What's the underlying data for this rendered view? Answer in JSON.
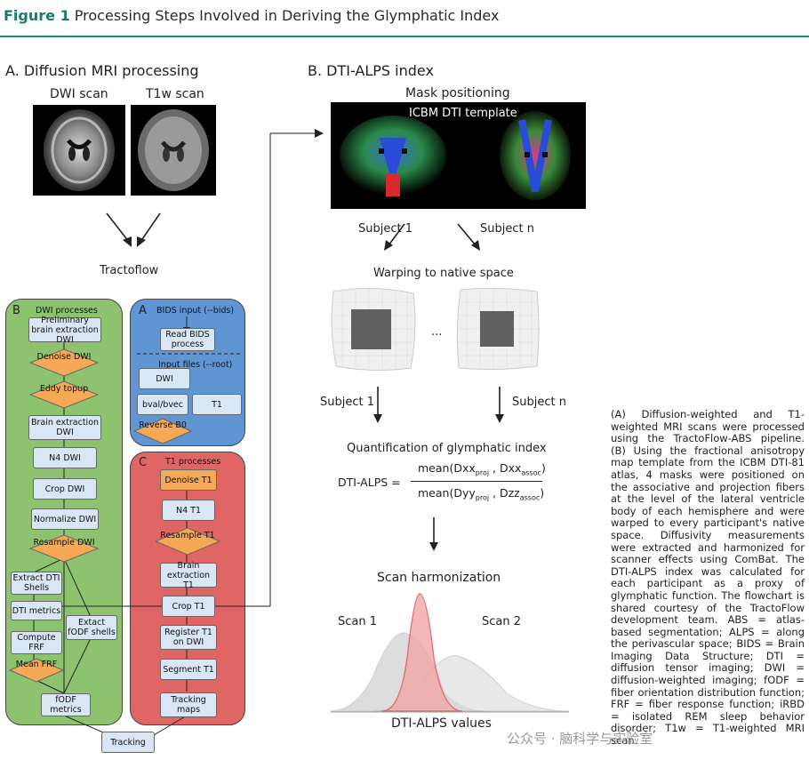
{
  "figure": {
    "label": "Figure 1",
    "title": "Processing Steps Involved in Deriving the Glymphatic Index"
  },
  "section_a": {
    "heading": "A. Diffusion MRI processing",
    "dwi_label": "DWI scan",
    "t1w_label": "T1w scan",
    "tractoflow_label": "Tractoflow"
  },
  "section_b": {
    "heading": "B. DTI-ALPS index",
    "mask_label": "Mask positioning",
    "template_label": "ICBM DTI template",
    "subject1_top": "Subject 1",
    "subjectn_top": "Subject n",
    "warping_label": "Warping to native space",
    "ellipsis": "...",
    "subject1_mid": "Subject 1",
    "subjectn_mid": "Subject n",
    "quant_label": "Quantification of glymphatic index",
    "formula": {
      "lhs": "DTI-ALPS =",
      "num_open": "mean(Dxx",
      "num_sub1": "proj",
      "num_mid": " , Dxx",
      "num_sub2": "assoc",
      "num_close": ")",
      "den_open": "mean(Dyy",
      "den_sub1": "proj",
      "den_mid": " , Dzz",
      "den_sub2": "assoc",
      "den_close": ")"
    },
    "harmonization_label": "Scan harmonization",
    "scan1_label": "Scan 1",
    "scan2_label": "Scan 2",
    "values_label": "DTI-ALPS values"
  },
  "flowchart": {
    "panel_b": {
      "letter": "B",
      "title": "DWI processes",
      "color": "#8dc26f",
      "steps": {
        "prelim": "Preliminary brain extraction DWI",
        "denoise": "Denoise DWI",
        "eddy": "Eddy topup",
        "brain_extract": "Brain extraction DWI",
        "n4": "N4 DWI",
        "crop": "Crop DWI",
        "normalize": "Normalize DWI",
        "resample": "Resample DWI",
        "extract_shells": "Extract DTI Shells",
        "dti_metrics": "DTI metrics",
        "extract_fodf": "Extact fODF shells",
        "compute_frf": "Compute FRF",
        "mean_frf": "Mean FRF",
        "fodf_metrics": "fODF metrics"
      }
    },
    "panel_a": {
      "letter": "A",
      "title": "BIDS input (--bids)",
      "color": "#5f95d3",
      "read_bids": "Read BIDS process",
      "input_files": "Input files (--root)",
      "dwi": "DWI",
      "bval": "bval/bvec",
      "t1": "T1",
      "reverse": "Reverse B0"
    },
    "panel_c": {
      "letter": "C",
      "title": "T1 processes",
      "color": "#e06666",
      "steps": {
        "denoise": "Denoise T1",
        "n4": "N4 T1",
        "resample": "Resample T1",
        "brain_extract": "Brain extraction T1",
        "crop": "Crop T1",
        "register": "Register T1 on DWI",
        "segment": "Segment T1",
        "tracking_maps": "Tracking maps"
      }
    },
    "tracking": "Tracking"
  },
  "caption": "(A) Diffusion-weighted and T1-weighted MRI scans were processed using the TractoFlow-ABS pipeline. (B) Using the fractional anisotropy map template from the ICBM DTI-81 atlas, 4 masks were positioned on the associative and projection fibers at the level of the lateral ventricle body of each hemisphere and were warped to every participant's native space. Diffusivity measurements were extracted and harmonized for scanner effects using ComBat. The DTI-ALPS index was calculated for each participant as a proxy of glymphatic function. The flowchart is shared courtesy of the TractoFlow development team. ABS = atlas-based segmentation; ALPS = along the perivascular space; BIDS = Brain Imaging Data Structure; DTI = diffusion tensor imaging; DWI = diffusion-weighted imaging; fODF = fiber orientation distribution function; FRF = fiber response function; iRBD = isolated REM sleep behavior disorder; T1w = T1-weighted MRI scan.",
  "watermark": "公众号 · 脑科学与实验室",
  "colors": {
    "accent": "#1a7a6d",
    "orange_step": "#f5a855",
    "blue_step": "#d9e6f5"
  }
}
